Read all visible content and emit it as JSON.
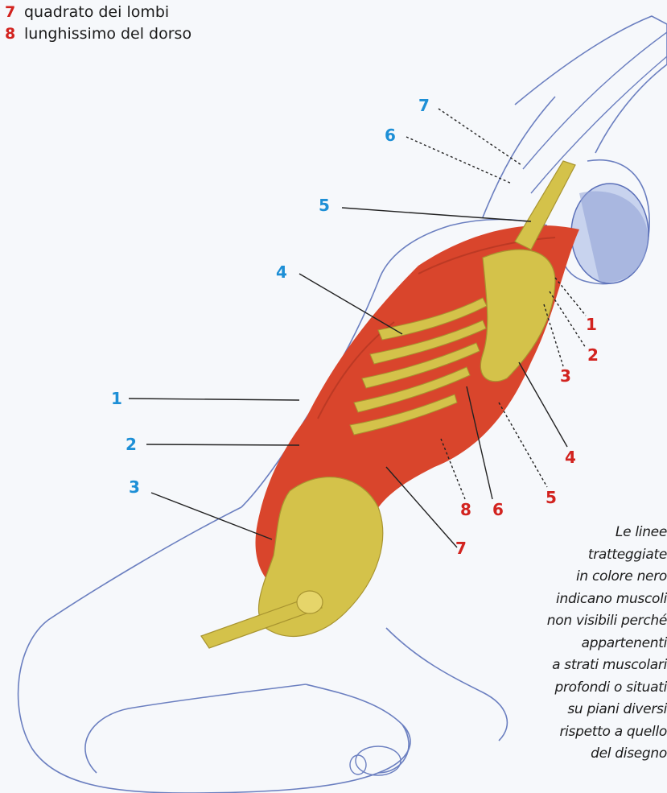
{
  "legend": [
    {
      "number": "7",
      "text": "quadrato dei lombi"
    },
    {
      "number": "8",
      "text": "lunghissimo del dorso"
    }
  ],
  "labels_left": [
    "7",
    "6",
    "5",
    "4",
    "1",
    "2",
    "3"
  ],
  "labels_right": [
    "1",
    "2",
    "3",
    "4",
    "5",
    "6",
    "8",
    "7"
  ],
  "note_lines": [
    "Le linee",
    "tratteggiate",
    "in colore nero",
    "indicano muscoli",
    "non visibili perché",
    "appartenenti",
    "a strati muscolari",
    "profondi o situati",
    "su piani diversi",
    "rispetto a quello",
    "del disegno"
  ],
  "colors": {
    "blue_label": "#1d8fd6",
    "red_label": "#d2231f",
    "muscle": "#d9452c",
    "bone": "#d4c24a",
    "outline": "#6b7fc0"
  }
}
